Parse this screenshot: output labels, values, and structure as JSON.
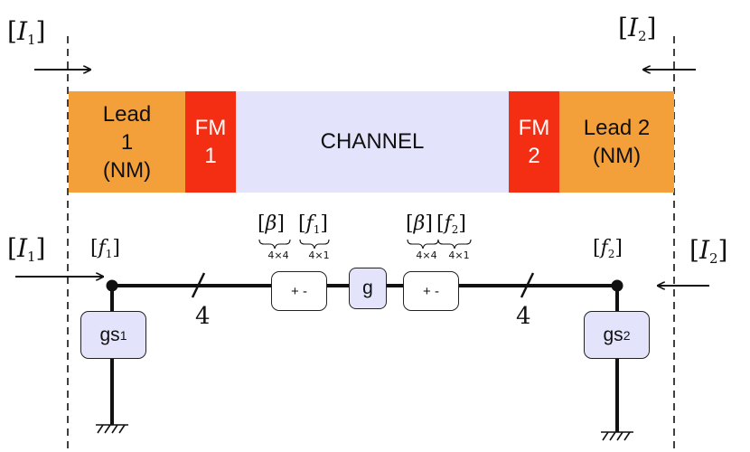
{
  "layers": {
    "lead1": {
      "line1": "Lead",
      "line2": "1",
      "line3": "(NM)"
    },
    "fm1": {
      "line1": "FM",
      "line2": "1"
    },
    "channel": {
      "label": "CHANNEL"
    },
    "fm2": {
      "line1": "FM",
      "line2": "2"
    },
    "lead2": {
      "line1": "Lead 2",
      "line2": "(NM)"
    }
  },
  "currents": {
    "left_top": {
      "sym": "I",
      "sub": "1"
    },
    "right_top": {
      "sym": "I",
      "sub": "2"
    },
    "left_mid": {
      "sym": "I",
      "sub": "1"
    },
    "right_mid": {
      "sym": "I",
      "sub": "2"
    }
  },
  "nodes": {
    "f1": {
      "sym": "f",
      "sub": "1"
    },
    "f2": {
      "sym": "f",
      "sub": "2"
    }
  },
  "circuit": {
    "bus_width_left": "4",
    "bus_width_right": "4",
    "source_left": "+ -",
    "source_right": "+ -",
    "g": "g",
    "gs1": {
      "sym": "gs",
      "sub": "1"
    },
    "gs2": {
      "sym": "gs",
      "sub": "2"
    }
  },
  "sources": {
    "left": {
      "beta": "β",
      "beta_dim": "4×4",
      "f_sym": "f",
      "f_sub": "1",
      "f_dim": "4×1"
    },
    "right": {
      "beta": "β",
      "beta_dim": "4×4",
      "f_sym": "f",
      "f_sub": "2",
      "f_dim": "4×1"
    }
  },
  "colors": {
    "lead": "#f4a03a",
    "fm": "#f42e13",
    "channel": "#e3e4fb",
    "component": "#e3e4fb"
  }
}
